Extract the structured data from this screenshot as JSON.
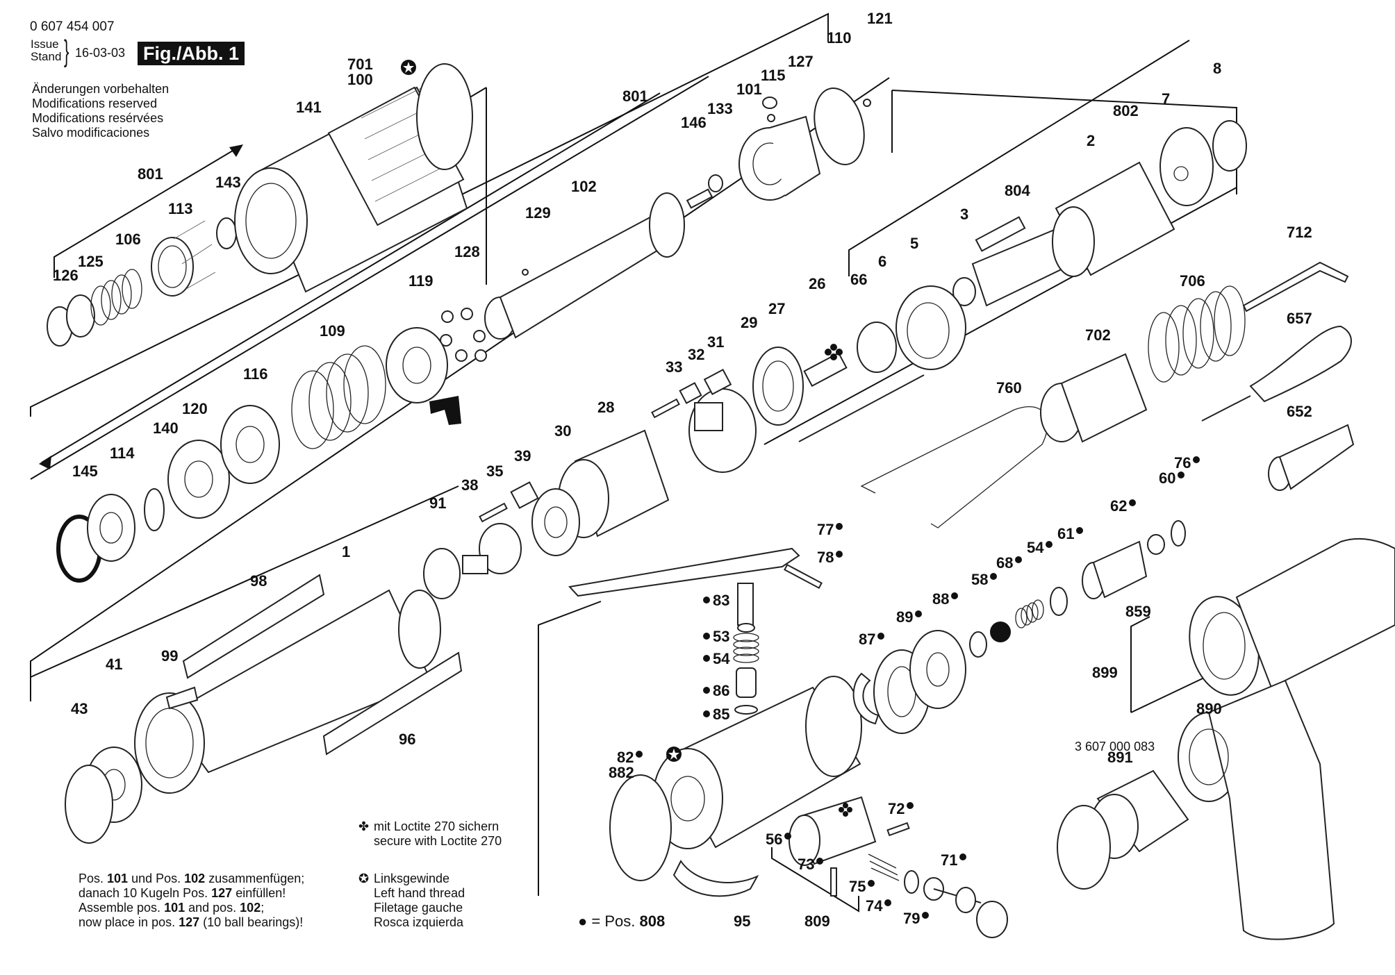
{
  "header": {
    "document_number": "0 607 454 007",
    "issue_label_1": "Issue",
    "issue_label_2": "Stand",
    "issue_date": "16-03-03",
    "figure_label": "Fig./Abb. 1",
    "modifications": [
      "Änderungen vorbehalten",
      "Modifications reserved",
      "Modifications resérvées",
      "Salvo modificaciones"
    ]
  },
  "notes": {
    "assembly": {
      "line1": [
        "Pos. ",
        "101",
        " und Pos. ",
        "102",
        " zusammenfügen;"
      ],
      "line2": [
        "danach 10 Kugeln Pos. ",
        "127",
        " einfüllen!"
      ],
      "line3": [
        "Assemble pos. ",
        "101",
        " and pos. ",
        "102",
        ";"
      ],
      "line4": [
        "now place in pos. ",
        "127",
        " (10 ball bearings)!"
      ]
    },
    "loctite": {
      "icon": "clover-icon",
      "lines": [
        "mit Loctite 270 sichern",
        "secure with Loctite 270"
      ]
    },
    "left_hand_thread": {
      "icon": "star-circle-icon",
      "lines": [
        "Linksgewinde",
        "Left hand thread",
        "Filetage gauche",
        "Rosca izquierda"
      ]
    },
    "position_808": {
      "icon": "filled-dot-icon",
      "prefix": "= Pos.",
      "value": "808"
    },
    "sub_assembly_code": "3 607 000 083"
  },
  "part_labels": [
    {
      "id": "701",
      "dot": false
    },
    {
      "id": "100",
      "dot": false
    },
    {
      "id": "141",
      "dot": false
    },
    {
      "id": "143",
      "dot": false
    },
    {
      "id": "801",
      "dot": false
    },
    {
      "id": "113",
      "dot": false
    },
    {
      "id": "106",
      "dot": false
    },
    {
      "id": "125",
      "dot": false
    },
    {
      "id": "126",
      "dot": false
    },
    {
      "id": "121",
      "dot": false
    },
    {
      "id": "110",
      "dot": false
    },
    {
      "id": "127",
      "dot": false
    },
    {
      "id": "115",
      "dot": false
    },
    {
      "id": "101",
      "dot": false
    },
    {
      "id": "133",
      "dot": false
    },
    {
      "id": "146",
      "dot": false
    },
    {
      "id": "801b",
      "text": "801",
      "dot": false
    },
    {
      "id": "102",
      "dot": false
    },
    {
      "id": "129",
      "dot": false
    },
    {
      "id": "128",
      "dot": false
    },
    {
      "id": "119",
      "dot": false
    },
    {
      "id": "109",
      "dot": false
    },
    {
      "id": "116",
      "dot": false
    },
    {
      "id": "120",
      "dot": false
    },
    {
      "id": "140",
      "dot": false
    },
    {
      "id": "114",
      "dot": false
    },
    {
      "id": "145",
      "dot": false
    },
    {
      "id": "802",
      "dot": false
    },
    {
      "id": "8",
      "dot": false
    },
    {
      "id": "7",
      "dot": false
    },
    {
      "id": "2",
      "dot": false
    },
    {
      "id": "804",
      "dot": false
    },
    {
      "id": "3",
      "dot": false
    },
    {
      "id": "5",
      "dot": false
    },
    {
      "id": "6",
      "dot": false
    },
    {
      "id": "66",
      "dot": false
    },
    {
      "id": "26",
      "dot": false
    },
    {
      "id": "27",
      "dot": false
    },
    {
      "id": "29",
      "dot": false
    },
    {
      "id": "31",
      "dot": false
    },
    {
      "id": "32",
      "dot": false
    },
    {
      "id": "33",
      "dot": false
    },
    {
      "id": "28",
      "dot": false
    },
    {
      "id": "30",
      "dot": false
    },
    {
      "id": "39",
      "dot": false
    },
    {
      "id": "35",
      "dot": false
    },
    {
      "id": "38",
      "dot": false
    },
    {
      "id": "91",
      "dot": false
    },
    {
      "id": "712",
      "dot": false
    },
    {
      "id": "706",
      "dot": false
    },
    {
      "id": "657",
      "dot": false
    },
    {
      "id": "702",
      "dot": false
    },
    {
      "id": "652",
      "dot": false
    },
    {
      "id": "760",
      "dot": false
    },
    {
      "id": "1",
      "dot": false
    },
    {
      "id": "98",
      "dot": false
    },
    {
      "id": "99",
      "dot": false
    },
    {
      "id": "41",
      "dot": false
    },
    {
      "id": "43",
      "dot": false
    },
    {
      "id": "96",
      "dot": false
    },
    {
      "id": "77",
      "dot": true
    },
    {
      "id": "78",
      "dot": true
    },
    {
      "id": "83",
      "dot": true
    },
    {
      "id": "53",
      "dot": true
    },
    {
      "id": "54a",
      "text": "54",
      "dot": true
    },
    {
      "id": "86",
      "dot": true
    },
    {
      "id": "85",
      "dot": true
    },
    {
      "id": "62",
      "dot": true
    },
    {
      "id": "60",
      "dot": true
    },
    {
      "id": "76",
      "dot": true
    },
    {
      "id": "61",
      "dot": true
    },
    {
      "id": "54b",
      "text": "54",
      "dot": true
    },
    {
      "id": "68",
      "dot": true
    },
    {
      "id": "58",
      "dot": true
    },
    {
      "id": "88",
      "dot": true
    },
    {
      "id": "89",
      "dot": true
    },
    {
      "id": "87",
      "dot": true
    },
    {
      "id": "82",
      "dot": true
    },
    {
      "id": "882",
      "dot": false
    },
    {
      "id": "56",
      "dot": true
    },
    {
      "id": "73",
      "dot": true
    },
    {
      "id": "72",
      "dot": true
    },
    {
      "id": "75",
      "dot": true
    },
    {
      "id": "74",
      "dot": true
    },
    {
      "id": "79",
      "dot": true
    },
    {
      "id": "71",
      "dot": true
    },
    {
      "id": "809",
      "dot": false
    },
    {
      "id": "95",
      "dot": false
    },
    {
      "id": "859",
      "dot": false
    },
    {
      "id": "899",
      "dot": false
    },
    {
      "id": "890",
      "dot": false
    },
    {
      "id": "891",
      "dot": false
    }
  ]
}
